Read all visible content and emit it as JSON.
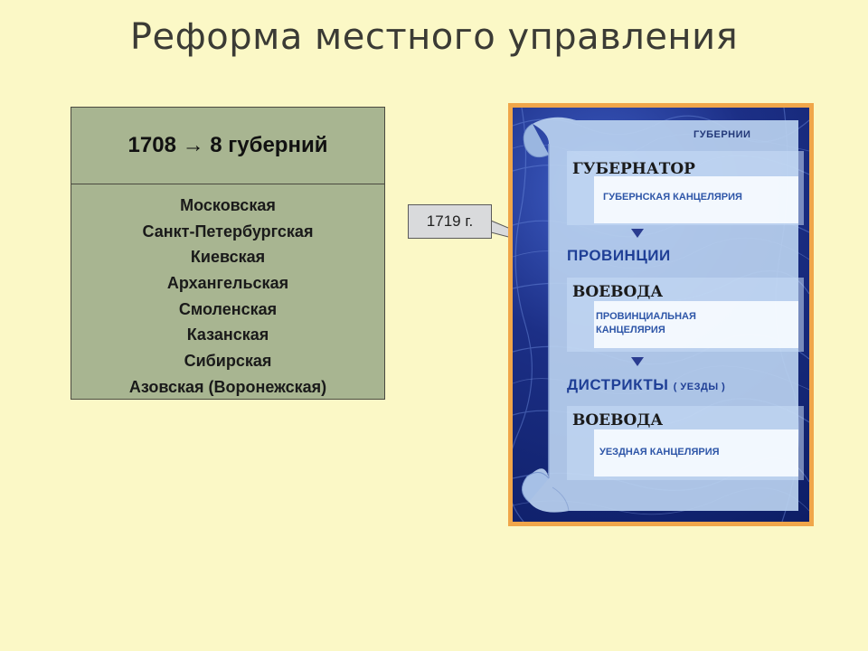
{
  "title": "Реформа местного управления",
  "left_table": {
    "heading": "1708 → 8 губерний",
    "items": [
      "Московская",
      "Санкт-Петербургская",
      "Киевская",
      "Архангельская",
      "Смоленская",
      "Казанская",
      "Сибирская",
      "Азовская (Воронежская)"
    ]
  },
  "callout": {
    "label": "1719 г."
  },
  "scheme": {
    "level1_label": "ГУБЕРНИИ",
    "level1_head": "ГУБЕРНАТОР",
    "level1_office": "ГУБЕРНСКАЯ КАНЦЕЛЯРИЯ",
    "level2_label": "ПРОВИНЦИИ",
    "level2_head": "ВОЕВОДА",
    "level2_office_line1": "ПРОВИНЦИАЛЬНАЯ",
    "level2_office_line2": "КАНЦЕЛЯРИЯ",
    "level3_label": "ДИСТРИКТЫ",
    "level3_note": "( УЕЗДЫ )",
    "level3_head": "ВОЕВОДА",
    "level3_office": "УЕЗДНАЯ КАНЦЕЛЯРИЯ"
  },
  "colors": {
    "background": "#fbf8c6",
    "table_fill": "#a8b591",
    "frame": "#f0a64a",
    "label_blue": "#1f3f96"
  }
}
